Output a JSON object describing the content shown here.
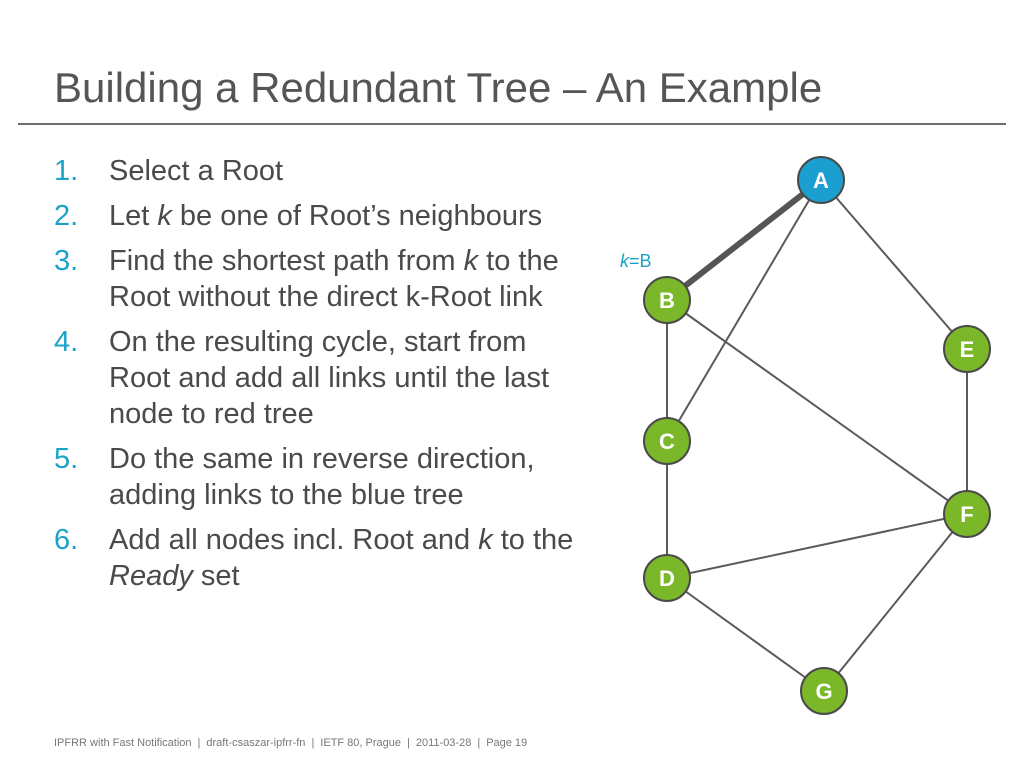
{
  "title": "Building a Redundant Tree – An Example",
  "steps": [
    {
      "num": "1.",
      "parts": [
        {
          "t": "Select a Root"
        }
      ]
    },
    {
      "num": "2.",
      "parts": [
        {
          "t": "Let "
        },
        {
          "t": "k",
          "i": true
        },
        {
          "t": " be one of Root’s neighbours"
        }
      ]
    },
    {
      "num": "3.",
      "parts": [
        {
          "t": "Find the shortest path from "
        },
        {
          "t": "k",
          "i": true
        },
        {
          "t": " to the Root without the direct k-Root link"
        }
      ]
    },
    {
      "num": "4.",
      "parts": [
        {
          "t": "On the resulting cycle, start from Root and add all links until the last node to red tree"
        }
      ]
    },
    {
      "num": "5.",
      "parts": [
        {
          "t": "Do the same in reverse direction, adding links to the blue tree"
        }
      ]
    },
    {
      "num": "6.",
      "parts": [
        {
          "t": "Add all nodes incl. Root and "
        },
        {
          "t": "k",
          "i": true
        },
        {
          "t": " to the "
        },
        {
          "t": "Ready",
          "i": true
        },
        {
          "t": " set"
        }
      ]
    }
  ],
  "graph": {
    "k_label": {
      "k": "k",
      "rest": "=B"
    },
    "nodes": [
      {
        "id": "A",
        "color": "#1a9fd0"
      },
      {
        "id": "B",
        "color": "#7ab82a"
      },
      {
        "id": "C",
        "color": "#7ab82a"
      },
      {
        "id": "D",
        "color": "#7ab82a"
      },
      {
        "id": "E",
        "color": "#7ab82a"
      },
      {
        "id": "F",
        "color": "#7ab82a"
      },
      {
        "id": "G",
        "color": "#7ab82a"
      }
    ],
    "edges": [
      {
        "from": "A",
        "to": "B",
        "highlight": true
      },
      {
        "from": "A",
        "to": "C"
      },
      {
        "from": "A",
        "to": "E"
      },
      {
        "from": "B",
        "to": "C"
      },
      {
        "from": "B",
        "to": "F"
      },
      {
        "from": "C",
        "to": "D"
      },
      {
        "from": "D",
        "to": "F"
      },
      {
        "from": "D",
        "to": "G"
      },
      {
        "from": "E",
        "to": "F"
      },
      {
        "from": "F",
        "to": "G"
      }
    ]
  },
  "footer": [
    "IPFRR with Fast Notification",
    "draft-csaszar-ipfrr-fn",
    "IETF 80, Prague",
    "2011-03-28",
    "Page 19"
  ]
}
